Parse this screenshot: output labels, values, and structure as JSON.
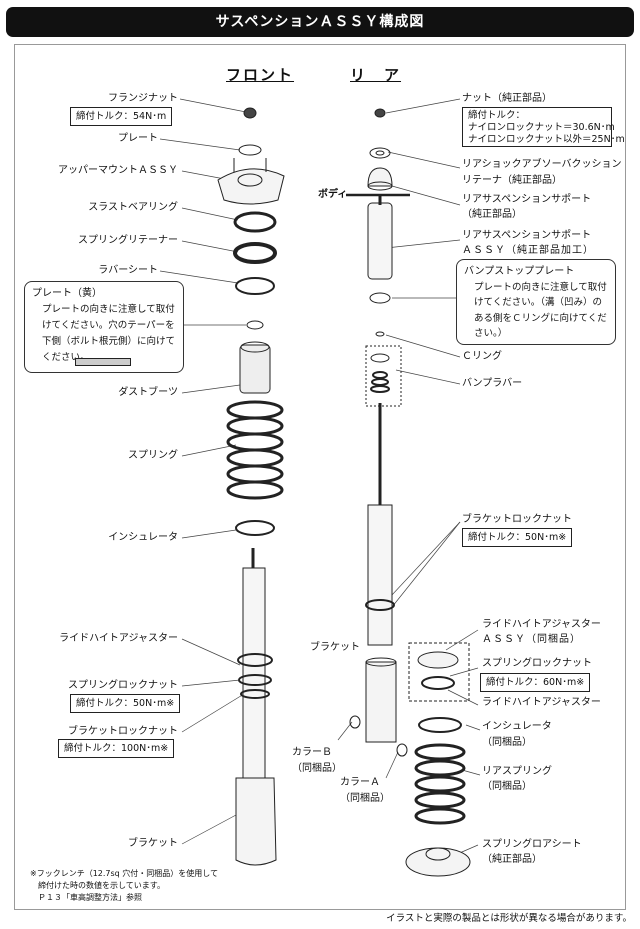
{
  "title": "サスペンションＡＳＳＹ構成図",
  "headers": {
    "front": "フロント",
    "rear": "リ　ア"
  },
  "front": {
    "flange_nut": "フランジナット",
    "flange_torque": "締付トルク：54N･m",
    "plate": "プレート",
    "upper_mount": "アッパーマウントＡＳＳＹ",
    "thrust_bearing": "スラストベアリング",
    "spring_retainer": "スプリングリテーナー",
    "rubber_seat": "ラバーシート",
    "plate_note": {
      "title": "プレート（黄）",
      "lines": [
        "プレートの向きに注意して取付",
        "けてください。穴のテーパーを",
        "下側（ボルト根元側）に向けて",
        "ください。"
      ]
    },
    "dust_boot": "ダストブーツ",
    "spring": "スプリング",
    "insulator": "インシュレータ",
    "ride_height_adjuster": "ライドハイトアジャスター",
    "spring_lock_nut": "スプリングロックナット",
    "spring_lock_torque": "締付トルク：50N･m※",
    "bracket_lock_nut": "ブラケットロックナット",
    "bracket_lock_torque": "締付トルク：100N･m※",
    "bracket": "ブラケット",
    "footnotes": [
      "※フックレンチ（12.7sq 穴付・同梱品）を使用して",
      "締付けた時の数値を示しています。",
      "Ｐ１３「車高調整方法」参照"
    ]
  },
  "rear": {
    "nut": "ナット（純正部品）",
    "nut_torque": [
      "締付トルク：",
      "ナイロンロックナット＝30.6N･m",
      "ナイロンロックナット以外＝25N･m"
    ],
    "cushion_retainer": [
      "リアショックアブソーバクッション",
      "リテーナ（純正部品）"
    ],
    "body": "ボディ",
    "support": [
      "リアサスペンションサポート",
      "（純正部品）"
    ],
    "support_assy": [
      "リアサスペンションサポート",
      "ＡＳＳＹ（純正部品加工）"
    ],
    "bump_note": {
      "title": "バンプストッププレート",
      "lines": [
        "プレートの向きに注意して取付",
        "けてください。（溝（凹み）の",
        "ある側をＣリングに向けてくだ",
        "さい。）"
      ]
    },
    "c_ring": "Ｃリング",
    "bump_rubber": "バンプラバー",
    "bracket_lock_nut": "ブラケットロックナット",
    "bracket_lock_torque": "締付トルク：50N･m※",
    "bracket": "ブラケット",
    "collar_b": [
      "カラーＢ",
      "（同梱品）"
    ],
    "collar_a": [
      "カラーＡ",
      "（同梱品）"
    ],
    "adjuster_assy": [
      "ライドハイトアジャスター",
      "ＡＳＳＹ（同梱品）"
    ],
    "spring_lock_nut": "スプリングロックナット",
    "spring_lock_torque": "締付トルク：60N･m※",
    "ride_height_adjuster": "ライドハイトアジャスター",
    "insulator": [
      "インシュレータ",
      "（同梱品）"
    ],
    "rear_spring": [
      "リアスプリング",
      "（同梱品）"
    ],
    "lower_seat": [
      "スプリングロアシート",
      "（純正部品）"
    ]
  },
  "disclaimer": "イラストと実際の製品とは形状が異なる場合があります。"
}
